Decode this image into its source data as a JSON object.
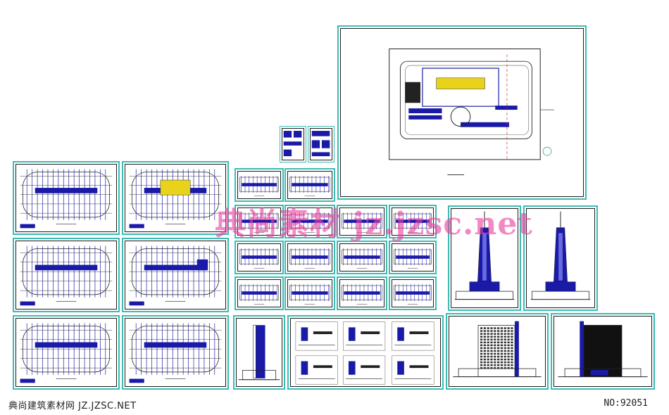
{
  "watermark": {
    "text": "典尚素材 jz.jzsc.net"
  },
  "footer": {
    "site_label": "典尚建筑素材网 JZ.JZSC.NET",
    "serial": "NO:92051"
  },
  "colors": {
    "sheet_border": "#3bbcb4",
    "drawing_blue": "#1a1aa8",
    "accent_yellow": "#e8d21a",
    "watermark_pink": "#e840a0"
  },
  "sheets": [
    {
      "id": "site-plan",
      "kind": "site-plan"
    },
    {
      "id": "floor-plan-1",
      "kind": "floor-plan"
    },
    {
      "id": "floor-plan-2",
      "kind": "floor-plan"
    },
    {
      "id": "floor-plan-3",
      "kind": "floor-plan"
    },
    {
      "id": "floor-plan-4",
      "kind": "floor-plan"
    },
    {
      "id": "floor-plan-5",
      "kind": "floor-plan"
    },
    {
      "id": "floor-plan-6",
      "kind": "floor-plan"
    },
    {
      "id": "tower-plan-1",
      "kind": "tower-plan"
    },
    {
      "id": "tower-plan-2",
      "kind": "tower-plan"
    },
    {
      "id": "tower-elevation-1",
      "kind": "tower-elevation"
    },
    {
      "id": "tower-elevation-2",
      "kind": "tower-elevation"
    },
    {
      "id": "building-elevation-1",
      "kind": "building-elevation"
    },
    {
      "id": "building-elevation-2",
      "kind": "building-elevation"
    },
    {
      "id": "section",
      "kind": "section"
    },
    {
      "id": "detail-sheet",
      "kind": "details"
    }
  ]
}
